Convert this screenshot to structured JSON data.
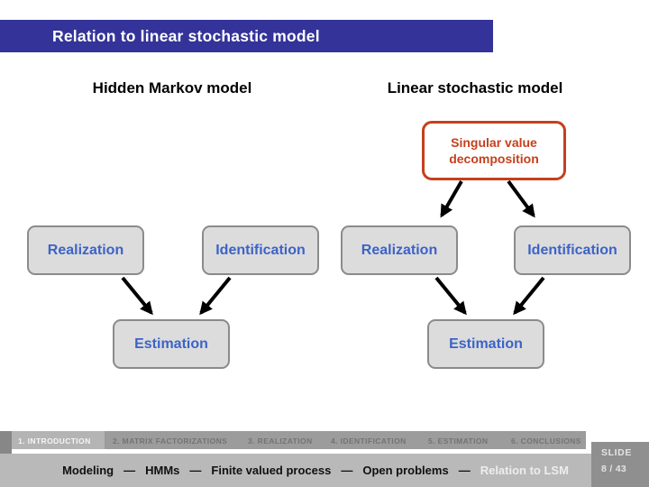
{
  "slide": {
    "title": "Relation to linear stochastic model",
    "columns": {
      "left_header": "Hidden Markov model",
      "right_header": "Linear stochastic model"
    },
    "svd_label": "Singular value decomposition",
    "hmm": {
      "realization": "Realization",
      "identification": "Identification",
      "estimation": "Estimation"
    },
    "lsm": {
      "realization": "Realization",
      "identification": "Identification",
      "estimation": "Estimation"
    }
  },
  "footer": {
    "tabs": [
      {
        "label": "1. INTRODUCTION",
        "active": true
      },
      {
        "label": "2. MATRIX FACTORIZATIONS",
        "active": false
      },
      {
        "label": "3. REALIZATION",
        "active": false
      },
      {
        "label": "4. IDENTIFICATION",
        "active": false
      },
      {
        "label": "5. ESTIMATION",
        "active": false
      },
      {
        "label": "6. CONCLUSIONS",
        "active": false
      }
    ],
    "breadcrumb": {
      "separator": "—",
      "items": [
        "Modeling",
        "HMMs",
        "Finite valued process",
        "Open problems",
        "Relation to LSM"
      ],
      "active_item": "Relation to LSM"
    },
    "slide_counter": {
      "label": "SLIDE",
      "value": "8 / 43"
    }
  },
  "colors": {
    "title_bar": "#333399",
    "title_text": "#ffffff",
    "node_fill": "#dcdcdc",
    "node_border": "#8b8b8b",
    "node_text": "#3c63c6",
    "svd_accent": "#c4401e",
    "arrow": "#000000",
    "tab_row_bg": "#9c9c9c",
    "tab_active_bg": "#b4b4b4",
    "tab_active_text": "#f5f5f5",
    "tab_inactive_text": "#737373",
    "footer_bar_bg": "#b9b9b9",
    "breadcrumb_current_text": "#ededed",
    "slide_counter_bg": "#8f8f8f"
  }
}
